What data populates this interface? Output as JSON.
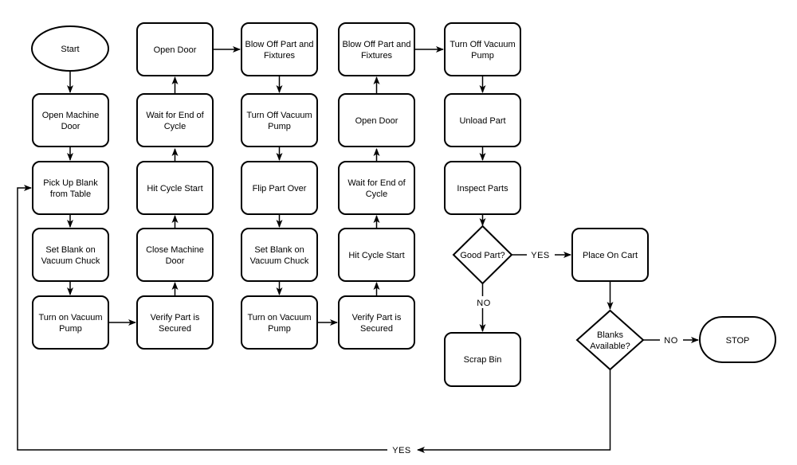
{
  "diagram_type": "flowchart",
  "colors": {
    "background": "#ffffff",
    "node_fill": "#ffffff",
    "stroke": "#000000",
    "text": "#000000"
  },
  "nodes": {
    "start": {
      "label": "Start"
    },
    "open_machine_door": {
      "line1": "Open Machine",
      "line2": "Door"
    },
    "pick_up_blank": {
      "line1": "Pick Up Blank",
      "line2": "from Table"
    },
    "set_blank_1": {
      "line1": "Set Blank on",
      "line2": "Vacuum Chuck"
    },
    "turn_on_pump_1": {
      "line1": "Turn on Vacuum",
      "line2": "Pump"
    },
    "open_door_1": {
      "label": "Open Door"
    },
    "wait_end_1": {
      "line1": "Wait for End of",
      "line2": "Cycle"
    },
    "hit_cycle_start_1": {
      "label": "Hit Cycle Start"
    },
    "close_machine_door": {
      "line1": "Close Machine",
      "line2": "Door"
    },
    "verify_1": {
      "line1": "Verify Part is",
      "line2": "Secured"
    },
    "blow_off_1": {
      "line1": "Blow Off Part and",
      "line2": "Fixtures"
    },
    "turn_off_pump_1": {
      "line1": "Turn Off Vacuum",
      "line2": "Pump"
    },
    "flip_part_over": {
      "label": "Flip Part Over"
    },
    "set_blank_2": {
      "line1": "Set Blank on",
      "line2": "Vacuum Chuck"
    },
    "turn_on_pump_2": {
      "line1": "Turn on Vacuum",
      "line2": "Pump"
    },
    "blow_off_2": {
      "line1": "Blow Off Part and",
      "line2": "Fixtures"
    },
    "open_door_2": {
      "label": "Open Door"
    },
    "wait_end_2": {
      "line1": "Wait for End of",
      "line2": "Cycle"
    },
    "hit_cycle_start_2": {
      "label": "Hit Cycle Start"
    },
    "verify_2": {
      "line1": "Verify Part is",
      "line2": "Secured"
    },
    "turn_off_pump_2": {
      "line1": "Turn Off Vacuum",
      "line2": "Pump"
    },
    "unload_part": {
      "label": "Unload Part"
    },
    "inspect_parts": {
      "label": "Inspect Parts"
    },
    "good_part": {
      "label": "Good Part?"
    },
    "scrap_bin": {
      "label": "Scrap Bin"
    },
    "place_on_cart": {
      "label": "Place On Cart"
    },
    "blanks_available": {
      "line1": "Blanks",
      "line2": "Available?"
    },
    "stop": {
      "label": "STOP"
    }
  },
  "edge_labels": {
    "good_part_yes": "YES",
    "good_part_no": "NO",
    "blanks_available_no": "NO",
    "loop_yes": "YES"
  }
}
